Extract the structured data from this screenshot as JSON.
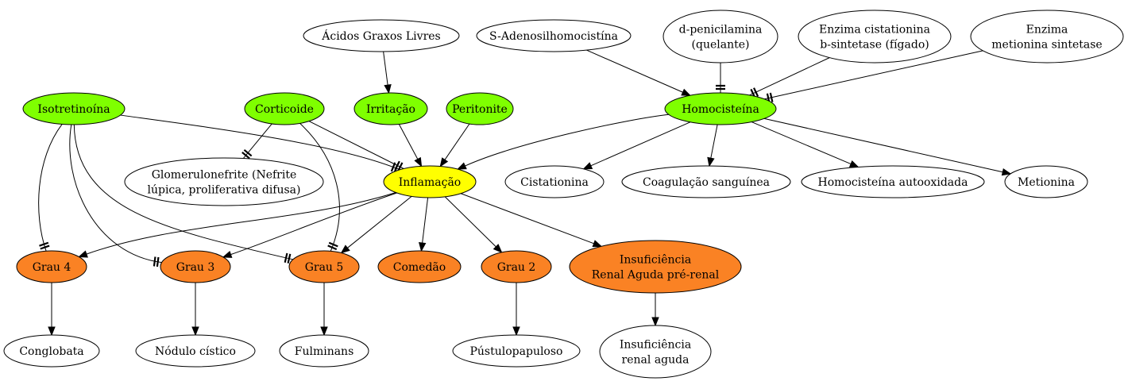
{
  "colors": {
    "green": "#7fff00",
    "yellow": "#ffff00",
    "orange": "#fa8224",
    "white": "#ffffff",
    "stroke": "#000000"
  },
  "nodes": {
    "acidos": {
      "lines": [
        "Ácidos Graxos Livres"
      ],
      "fill": "white"
    },
    "sadeno": {
      "lines": [
        "S-Adenosilhomocistína"
      ],
      "fill": "white"
    },
    "dpeni": {
      "lines": [
        "d-penicilamina",
        "(quelante)"
      ],
      "fill": "white"
    },
    "cbs": {
      "lines": [
        "Enzima cistationina",
        "b-sintetase (fígado)"
      ],
      "fill": "white"
    },
    "ms": {
      "lines": [
        "Enzima",
        "metionina sintetase"
      ],
      "fill": "white"
    },
    "isotret": {
      "lines": [
        "Isotretinoína"
      ],
      "fill": "green"
    },
    "cortic": {
      "lines": [
        "Corticoide"
      ],
      "fill": "green"
    },
    "irrit": {
      "lines": [
        "Irritação"
      ],
      "fill": "green"
    },
    "perit": {
      "lines": [
        "Peritonite"
      ],
      "fill": "green"
    },
    "homoc": {
      "lines": [
        "Homocisteína"
      ],
      "fill": "green"
    },
    "glomer": {
      "lines": [
        "Glomerulonefrite (Nefrite",
        "lúpica, proliferativa difusa)"
      ],
      "fill": "white"
    },
    "inflam": {
      "lines": [
        "Inflamação"
      ],
      "fill": "yellow"
    },
    "cistat": {
      "lines": [
        "Cistationina"
      ],
      "fill": "white"
    },
    "coag": {
      "lines": [
        "Coagulação sanguínea"
      ],
      "fill": "white"
    },
    "homoauto": {
      "lines": [
        "Homocisteína autooxidada"
      ],
      "fill": "white"
    },
    "metion": {
      "lines": [
        "Metionina"
      ],
      "fill": "white"
    },
    "grau4": {
      "lines": [
        "Grau 4"
      ],
      "fill": "orange"
    },
    "grau3": {
      "lines": [
        "Grau 3"
      ],
      "fill": "orange"
    },
    "grau5": {
      "lines": [
        "Grau 5"
      ],
      "fill": "orange"
    },
    "comedao": {
      "lines": [
        "Comedão"
      ],
      "fill": "orange"
    },
    "grau2": {
      "lines": [
        "Grau 2"
      ],
      "fill": "orange"
    },
    "irapre": {
      "lines": [
        "Insuficiência",
        "Renal Aguda pré-renal"
      ],
      "fill": "orange"
    },
    "conglob": {
      "lines": [
        "Conglobata"
      ],
      "fill": "white"
    },
    "nodulo": {
      "lines": [
        "Nódulo cístico"
      ],
      "fill": "white"
    },
    "fulmin": {
      "lines": [
        "Fulminans"
      ],
      "fill": "white"
    },
    "pustulo": {
      "lines": [
        "Pústulopapuloso"
      ],
      "fill": "white"
    },
    "ira": {
      "lines": [
        "Insuficiência",
        "renal aguda"
      ],
      "fill": "white"
    }
  },
  "edges": [
    {
      "from": "acidos",
      "to": "irrit",
      "type": "arrow"
    },
    {
      "from": "sadeno",
      "to": "homoc",
      "type": "arrow"
    },
    {
      "from": "dpeni",
      "to": "homoc",
      "type": "inhibit"
    },
    {
      "from": "cbs",
      "to": "homoc",
      "type": "inhibit"
    },
    {
      "from": "ms",
      "to": "homoc",
      "type": "inhibit"
    },
    {
      "from": "isotret",
      "to": "inflam",
      "type": "inhibit"
    },
    {
      "from": "cortic",
      "to": "inflam",
      "type": "inhibit"
    },
    {
      "from": "cortic",
      "to": "glomer",
      "type": "inhibit"
    },
    {
      "from": "irrit",
      "to": "inflam",
      "type": "arrow"
    },
    {
      "from": "perit",
      "to": "inflam",
      "type": "arrow"
    },
    {
      "from": "homoc",
      "to": "inflam",
      "type": "arrow"
    },
    {
      "from": "homoc",
      "to": "cistat",
      "type": "arrow"
    },
    {
      "from": "homoc",
      "to": "coag",
      "type": "arrow"
    },
    {
      "from": "homoc",
      "to": "homoauto",
      "type": "arrow"
    },
    {
      "from": "homoc",
      "to": "metion",
      "type": "arrow"
    },
    {
      "from": "isotret",
      "to": "grau4",
      "type": "inhibit"
    },
    {
      "from": "isotret",
      "to": "grau3",
      "type": "inhibit"
    },
    {
      "from": "isotret",
      "to": "grau5",
      "type": "inhibit"
    },
    {
      "from": "cortic",
      "to": "grau5",
      "type": "inhibit"
    },
    {
      "from": "inflam",
      "to": "grau4",
      "type": "arrow"
    },
    {
      "from": "inflam",
      "to": "grau3",
      "type": "arrow"
    },
    {
      "from": "inflam",
      "to": "grau5",
      "type": "arrow"
    },
    {
      "from": "inflam",
      "to": "comedao",
      "type": "arrow"
    },
    {
      "from": "inflam",
      "to": "grau2",
      "type": "arrow"
    },
    {
      "from": "inflam",
      "to": "irapre",
      "type": "arrow"
    },
    {
      "from": "grau4",
      "to": "conglob",
      "type": "arrow"
    },
    {
      "from": "grau3",
      "to": "nodulo",
      "type": "arrow"
    },
    {
      "from": "grau5",
      "to": "fulmin",
      "type": "arrow"
    },
    {
      "from": "grau2",
      "to": "pustulo",
      "type": "arrow"
    },
    {
      "from": "irapre",
      "to": "ira",
      "type": "arrow"
    }
  ]
}
